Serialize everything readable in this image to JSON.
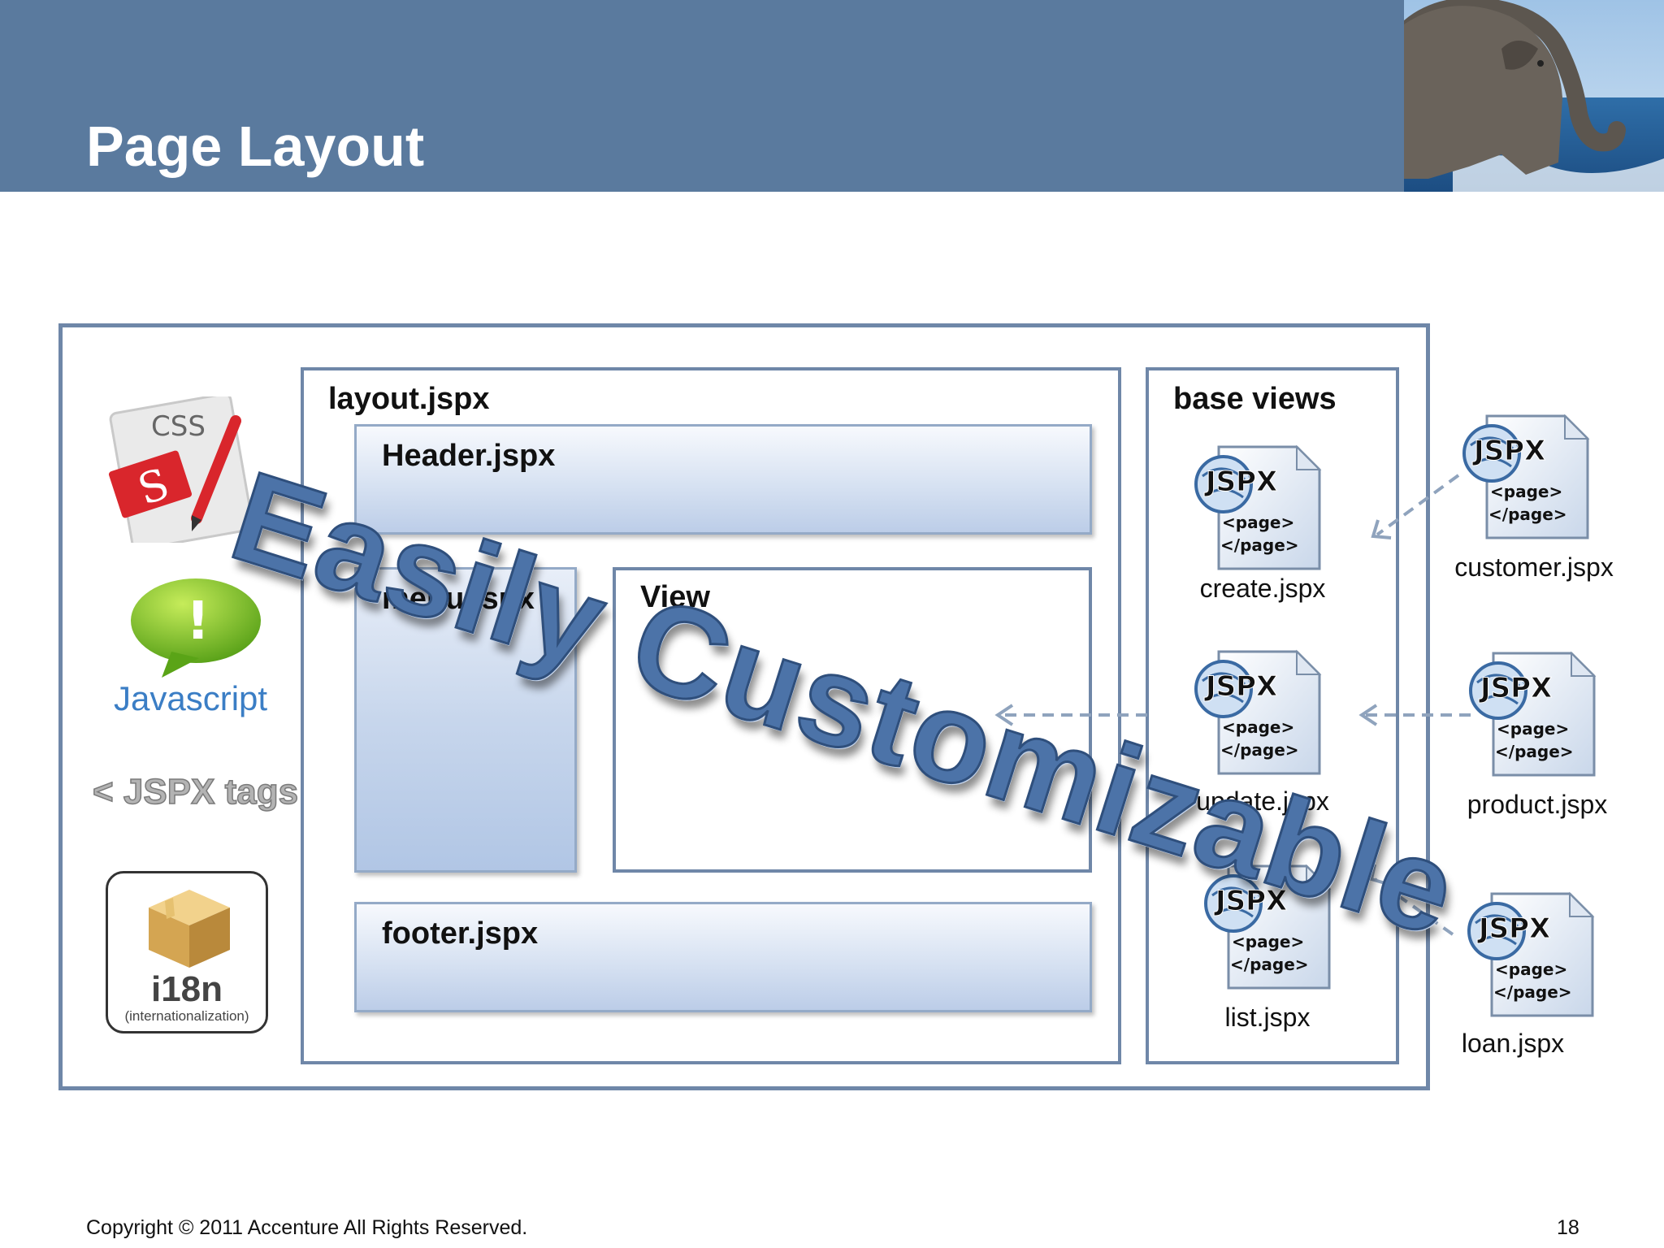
{
  "slide": {
    "title": "Page Layout",
    "footer_copyright": "Copyright © 2011 Accenture  All Rights Reserved.",
    "page_number": "18"
  },
  "left_icons": {
    "css_label": "CSS",
    "javascript_label": "Javascript",
    "jspx_tags_label": "< JSPX tags />",
    "i18n_label": "i18n",
    "i18n_sub": "(internationalization)"
  },
  "layout": {
    "title": "layout.jspx",
    "header": "Header.jspx",
    "menu": "menu.jspx",
    "view": "View",
    "footer": "footer.jspx"
  },
  "base_views": {
    "title": "base views",
    "files": [
      "create.jspx",
      "update.jspx",
      "list.jspx"
    ]
  },
  "custom_views": {
    "files": [
      "customer.jspx",
      "product.jspx",
      "loan.jspx"
    ]
  },
  "jspx_icon": {
    "logo": "JSPX",
    "line1": "<page>",
    "line2": "</page>"
  },
  "watermark": "Easily Customizable",
  "colors": {
    "header_bar": "#5a7a9e",
    "box_border": "#6f87a8",
    "watermark": "#4c73a8",
    "arrow": "#8fa3bd"
  }
}
